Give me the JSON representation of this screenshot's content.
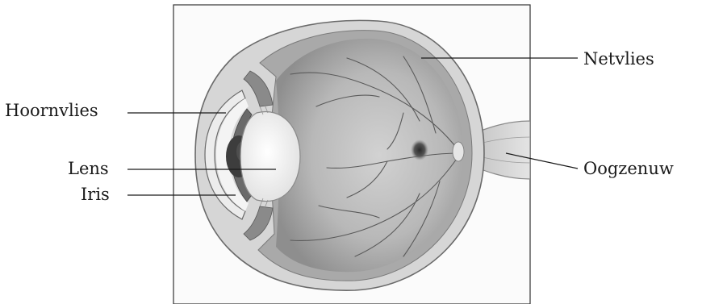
{
  "labels": {
    "hoornvlies": "Hoornvlies",
    "lens": "Lens",
    "iris": "Iris",
    "netvlies": "Netvlies",
    "oogzenuw": "Oogzenuw"
  },
  "colors": {
    "background": "#ffffff",
    "frame": "#333333",
    "leader_line": "#1a1a1a",
    "sclera": "#c9c9c9",
    "retina_interior": "#b5b5b5",
    "blood_vessel": "#5a5a5a",
    "lens": "#f2f2f2",
    "iris": "#6a6a6a",
    "pupil": "#3a3a3a"
  }
}
